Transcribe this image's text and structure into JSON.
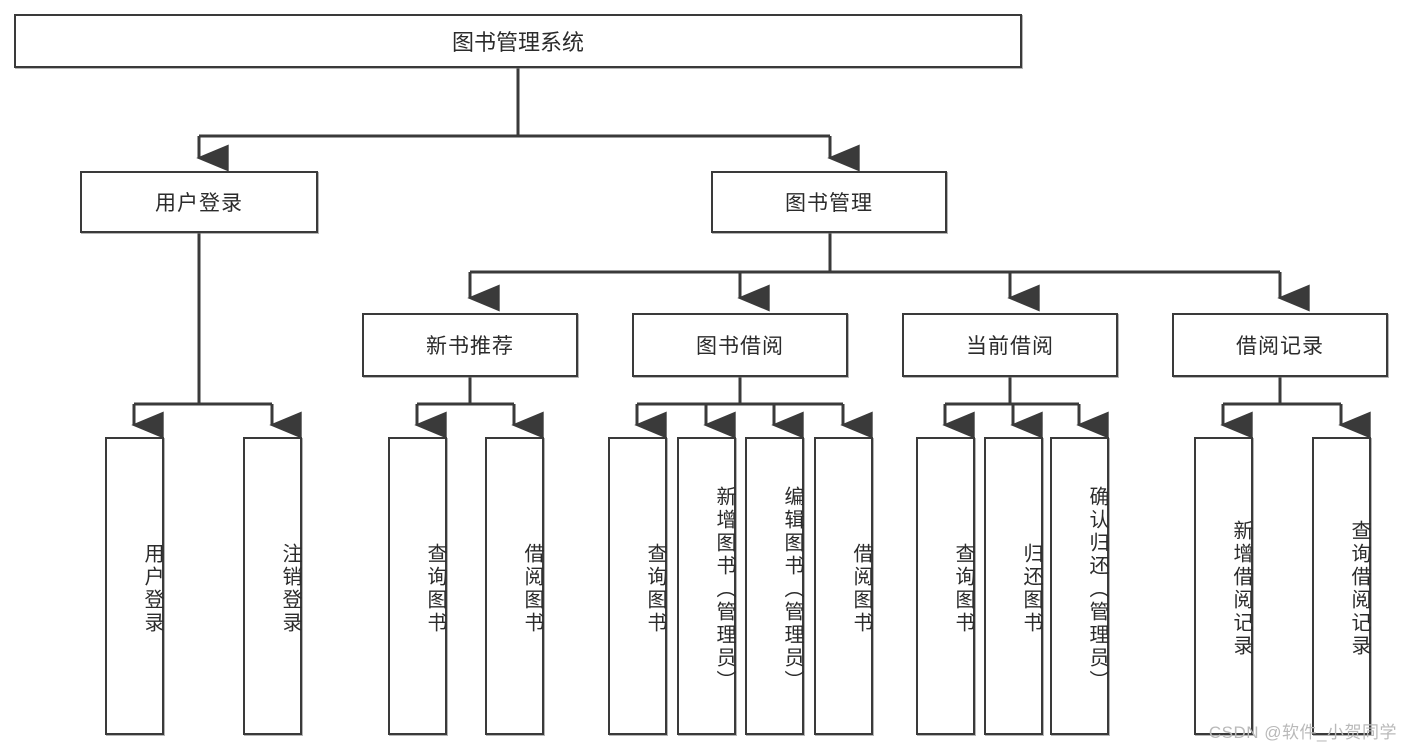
{
  "diagram": {
    "title": "图书管理系统",
    "watermark": "CSDN @软件_小贺同学",
    "colors": {
      "stroke": "#3a3a3a",
      "text": "#2b2b2b",
      "background": "#ffffff",
      "watermark": "#b9b9b9"
    },
    "root": {
      "label": "图书管理系统"
    },
    "level2": [
      {
        "label": "用户登录"
      },
      {
        "label": "图书管理"
      }
    ],
    "level3": [
      {
        "label": "新书推荐"
      },
      {
        "label": "图书借阅"
      },
      {
        "label": "当前借阅"
      },
      {
        "label": "借阅记录"
      }
    ],
    "leaves": {
      "user_login": [
        {
          "label": "用户登录"
        },
        {
          "label": "注销登录"
        }
      ],
      "new_book_recommend": [
        {
          "label": "查询图书"
        },
        {
          "label": "借阅图书"
        }
      ],
      "book_borrow": [
        {
          "label": "查询图书"
        },
        {
          "label": "新增图书（管理员）"
        },
        {
          "label": "编辑图书（管理员）"
        },
        {
          "label": "借阅图书"
        }
      ],
      "current_borrow": [
        {
          "label": "查询图书"
        },
        {
          "label": "归还图书"
        },
        {
          "label": "确认归还（管理员）"
        }
      ],
      "borrow_record": [
        {
          "label": "新增借阅记录"
        },
        {
          "label": "查询借阅记录"
        }
      ]
    }
  }
}
